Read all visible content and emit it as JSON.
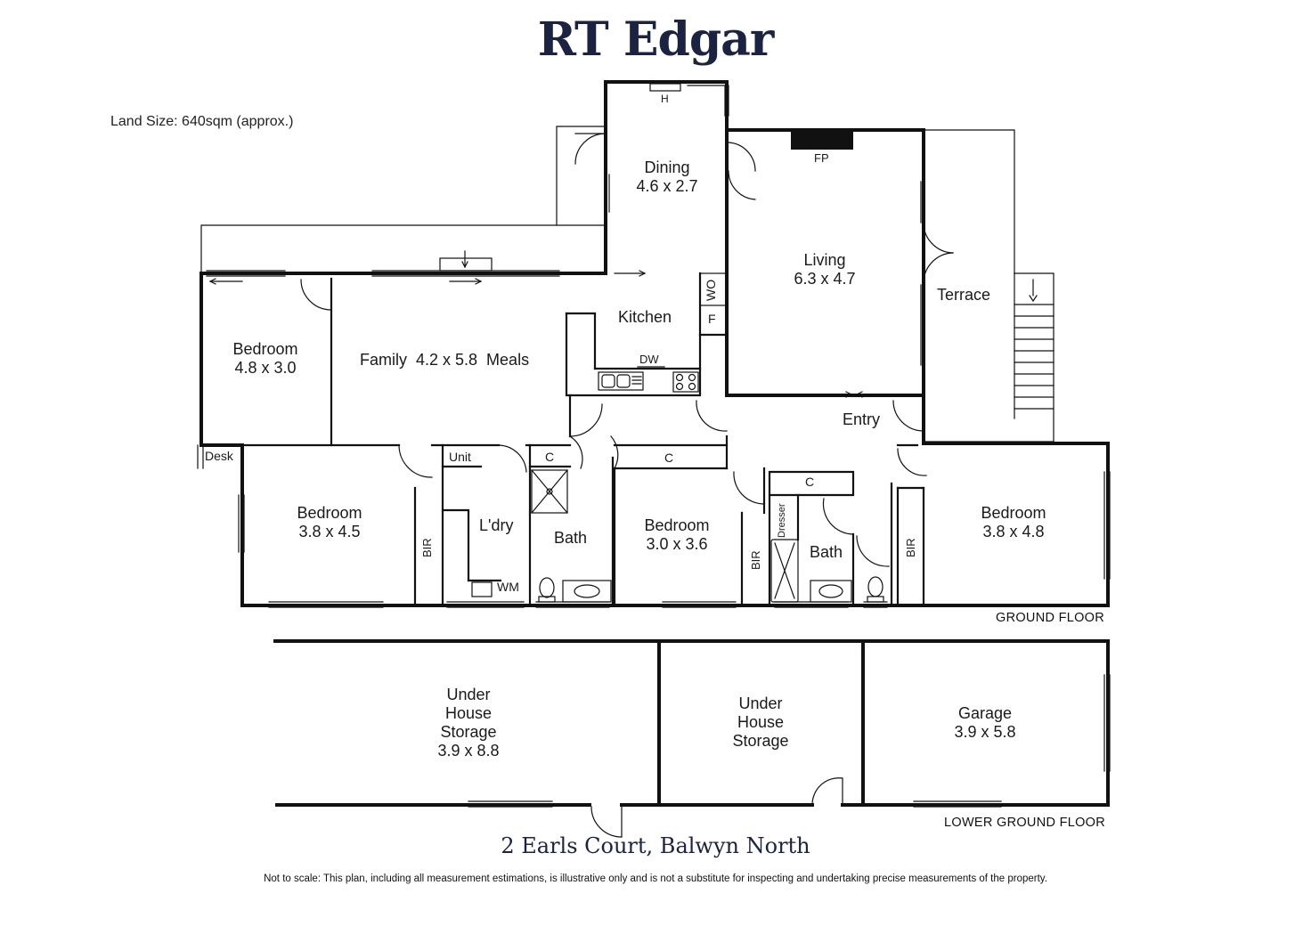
{
  "brand": "RT Edgar",
  "land_size": "Land Size: 640sqm (approx.)",
  "address": "2 Earls Court, Balwyn North",
  "disclaimer": "Not to scale: This plan, including all measurement estimations, is illustrative only and is not a substitute for inspecting and undertaking precise measurements of the property.",
  "floors": {
    "ground": "GROUND FLOOR",
    "lower": "LOWER GROUND FLOOR"
  },
  "rooms": {
    "dining_name": "Dining",
    "dining_size": "4.6 x 2.7",
    "living_name": "Living",
    "living_size": "6.3 x 4.7",
    "terrace": "Terrace",
    "kitchen": "Kitchen",
    "family": "Family  4.2 x 5.8  Meals",
    "bed1_name": "Bedroom",
    "bed1_size": "4.8 x 3.0",
    "bed2_name": "Bedroom",
    "bed2_size": "3.8 x 4.5",
    "bed3_name": "Bedroom",
    "bed3_size": "3.0 x 3.6",
    "bed4_name": "Bedroom",
    "bed4_size": "3.8 x 4.8",
    "laundry": "L'dry",
    "bath1": "Bath",
    "bath2": "Bath",
    "entry": "Entry",
    "storage1_l1": "Under",
    "storage1_l2": "House",
    "storage1_l3": "Storage",
    "storage1_size": "3.9 x 8.8",
    "storage2_l1": "Under",
    "storage2_l2": "House",
    "storage2_l3": "Storage",
    "garage_name": "Garage",
    "garage_size": "3.9 x 5.8"
  },
  "fixtures": {
    "heater": "H",
    "fireplace": "FP",
    "wall_oven": "WO",
    "fridge": "F",
    "dishwasher": "DW",
    "desk": "Desk",
    "unit": "Unit",
    "cupboard1": "C",
    "cupboard2": "C",
    "cupboard3": "C",
    "bir1": "BIR",
    "bir2": "BIR",
    "bir3": "BIR",
    "washing_machine": "WM",
    "dresser": "Dresser"
  }
}
